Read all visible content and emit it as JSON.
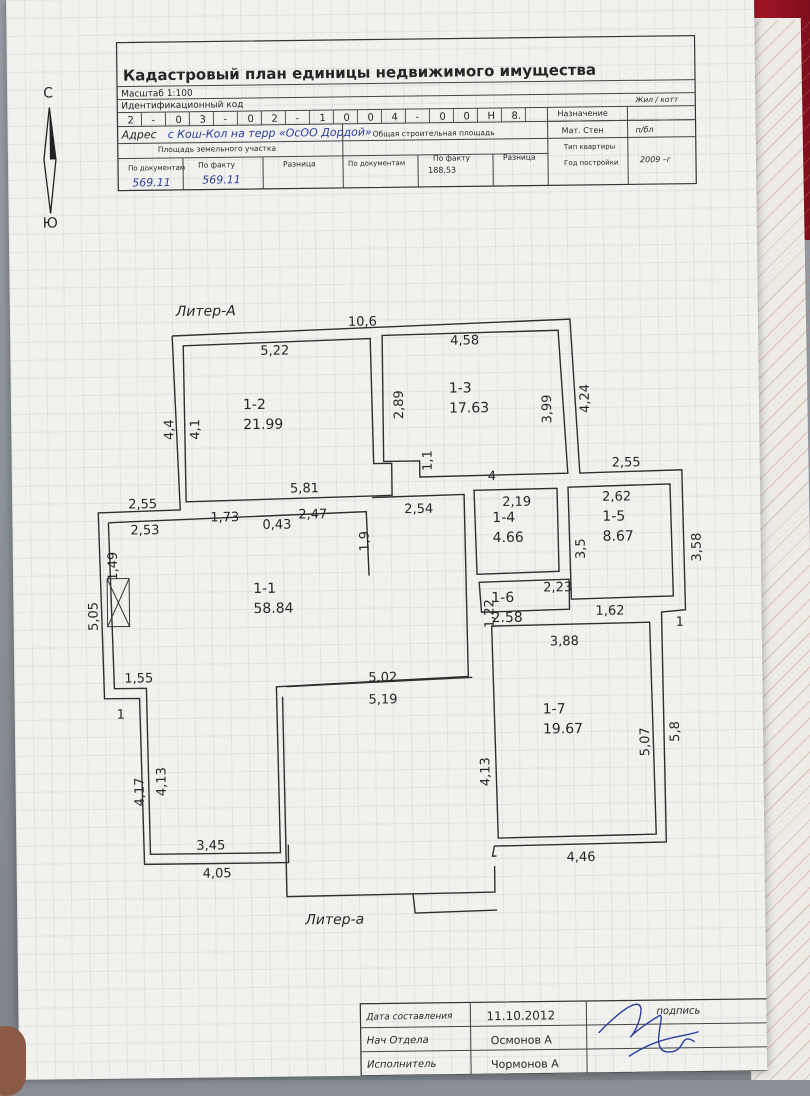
{
  "header": {
    "title": "Кадастровый план единицы недвижимого имущества",
    "scale": "Масштаб 1:100",
    "id_label": "Идентификационный код",
    "id_digits": [
      "2",
      "-",
      "0",
      "3",
      "-",
      "0",
      "2",
      "-",
      "1",
      "0",
      "0",
      "4",
      "-",
      "0",
      "0",
      "Н",
      "8."
    ],
    "address_label": "Адрес",
    "address_value": "с Кош-Кол на терр «ОсОО Дордой»",
    "land_area_label": "Площадь земельного участка",
    "build_area_label": "Общая строительная площадь",
    "purpose_label": "Назначение",
    "purpose_value": "Жил / котт",
    "material_label": "Мат. Стен",
    "material_value": "п/бл",
    "flat_type_label": "Тип квартиры",
    "year_label": "Год постройки",
    "year_value": "2009 –г",
    "col_doc": "По документам",
    "col_fact": "По факту",
    "col_diff": "Разница",
    "col_doc2": "По документам",
    "col_fact2": "По факту",
    "col_diff2": "Разница",
    "land_doc": "569.11",
    "land_fact": "569.11",
    "build_fact": "188,53"
  },
  "compass": {
    "north": "С",
    "south": "Ю"
  },
  "plan": {
    "liter_a": "Литер-А",
    "liter_a_small": "Литер-а",
    "rooms": [
      {
        "id": "1-1",
        "area": "58.84"
      },
      {
        "id": "1-2",
        "area": "21.99"
      },
      {
        "id": "1-3",
        "area": "17.63"
      },
      {
        "id": "1-4",
        "area": "4.66"
      },
      {
        "id": "1-5",
        "area": "8.67"
      },
      {
        "id": "1-6",
        "area": "2.58"
      },
      {
        "id": "1-7",
        "area": "19.67"
      }
    ],
    "dims": [
      "10,6",
      "5,22",
      "4,58",
      "2,89",
      "3,99",
      "4,24",
      "4,4",
      "4,1",
      "1,1",
      "4",
      "2,55",
      "5,81",
      "2,54",
      "2,19",
      "2,62",
      "3,5",
      "3,58",
      "2,55",
      "2,53",
      "1,73",
      "0,43",
      "2,47",
      "1,9",
      "1,49",
      "5,05",
      "2,23",
      "1,22",
      "1,62",
      "1",
      "3,88",
      "5,02",
      "5,19",
      "1,55",
      "1",
      "4,17",
      "4,13",
      "4,13",
      "5,07",
      "5,8",
      "3,45",
      "4,05",
      "4,46"
    ]
  },
  "footer": {
    "date_label": "Дата составления",
    "date_value": "11.10.2012",
    "sign_label": "подпись",
    "head_label": "Нач Отдела",
    "head_value": "Осмонов А",
    "exec_label": "Исполнитель",
    "exec_value": "Чормонов А"
  }
}
